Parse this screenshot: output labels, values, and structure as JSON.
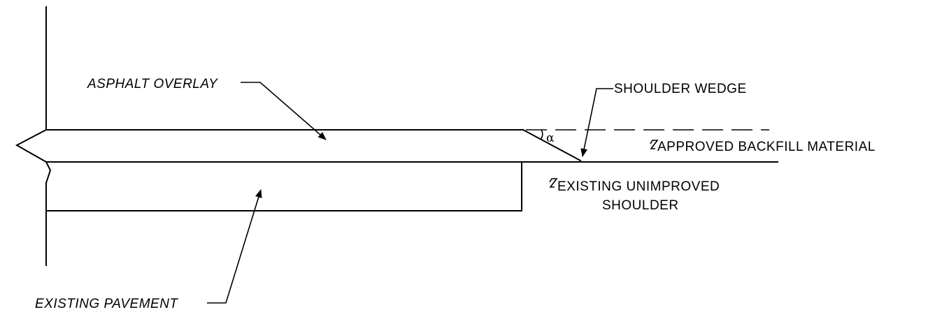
{
  "labels": {
    "asphalt_overlay": "ASPHALT OVERLAY",
    "shoulder_wedge": "SHOULDER WEDGE",
    "approved_backfill": "APPROVED BACKFILL MATERIAL",
    "existing_unimproved_line1": "EXISTING UNIMPROVED",
    "existing_unimproved_line2": "SHOULDER",
    "existing_pavement": "EXISTING PAVEMENT",
    "angle_symbol": "α"
  }
}
